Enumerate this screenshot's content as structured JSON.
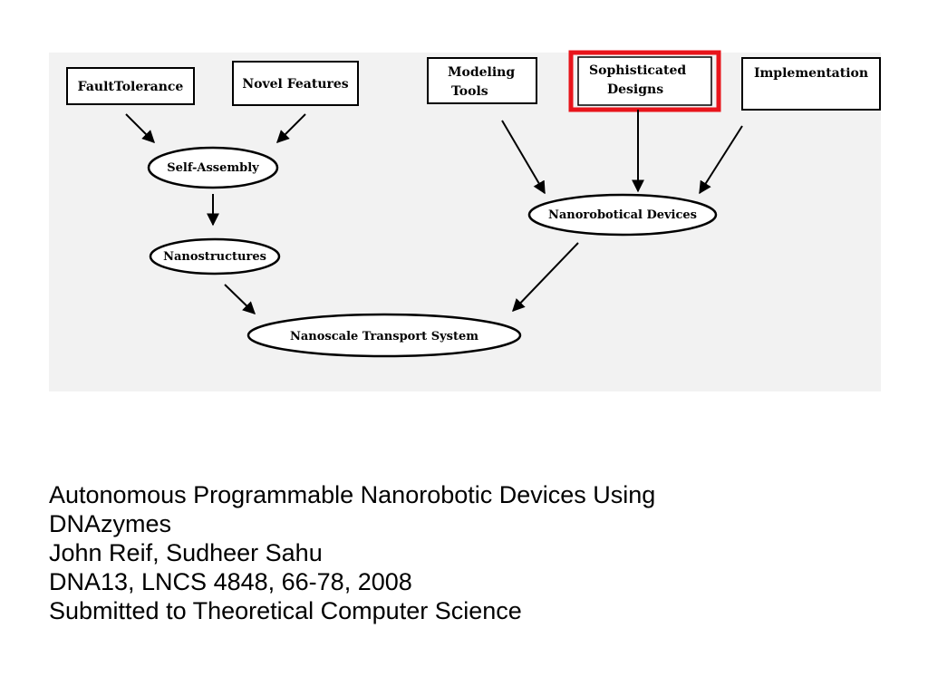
{
  "diagram": {
    "boxes": {
      "fault_tolerance": "FaultTolerance",
      "novel_features": "Novel Features",
      "modeling_tools_line1": "Modeling",
      "modeling_tools_line2": "Tools",
      "sophisticated_designs_line1": "Sophisticated",
      "sophisticated_designs_line2": "Designs",
      "implementation": "Implementation"
    },
    "ellipses": {
      "self_assembly": "Self-Assembly",
      "nanostructures": "Nanostructures",
      "nanorobotical_devices": "Nanorobotical Devices",
      "nanoscale_transport": "Nanoscale Transport System"
    },
    "highlight_color": "#e8141b",
    "panel_color": "#f2f2f2"
  },
  "caption": {
    "title_line1": "Autonomous Programmable  Nanorobotic Devices Using",
    "title_line2": "DNAzymes",
    "authors": "John Reif, Sudheer Sahu",
    "venue": "DNA13, LNCS 4848, 66-78, 2008",
    "status": "Submitted to Theoretical Computer Science"
  }
}
